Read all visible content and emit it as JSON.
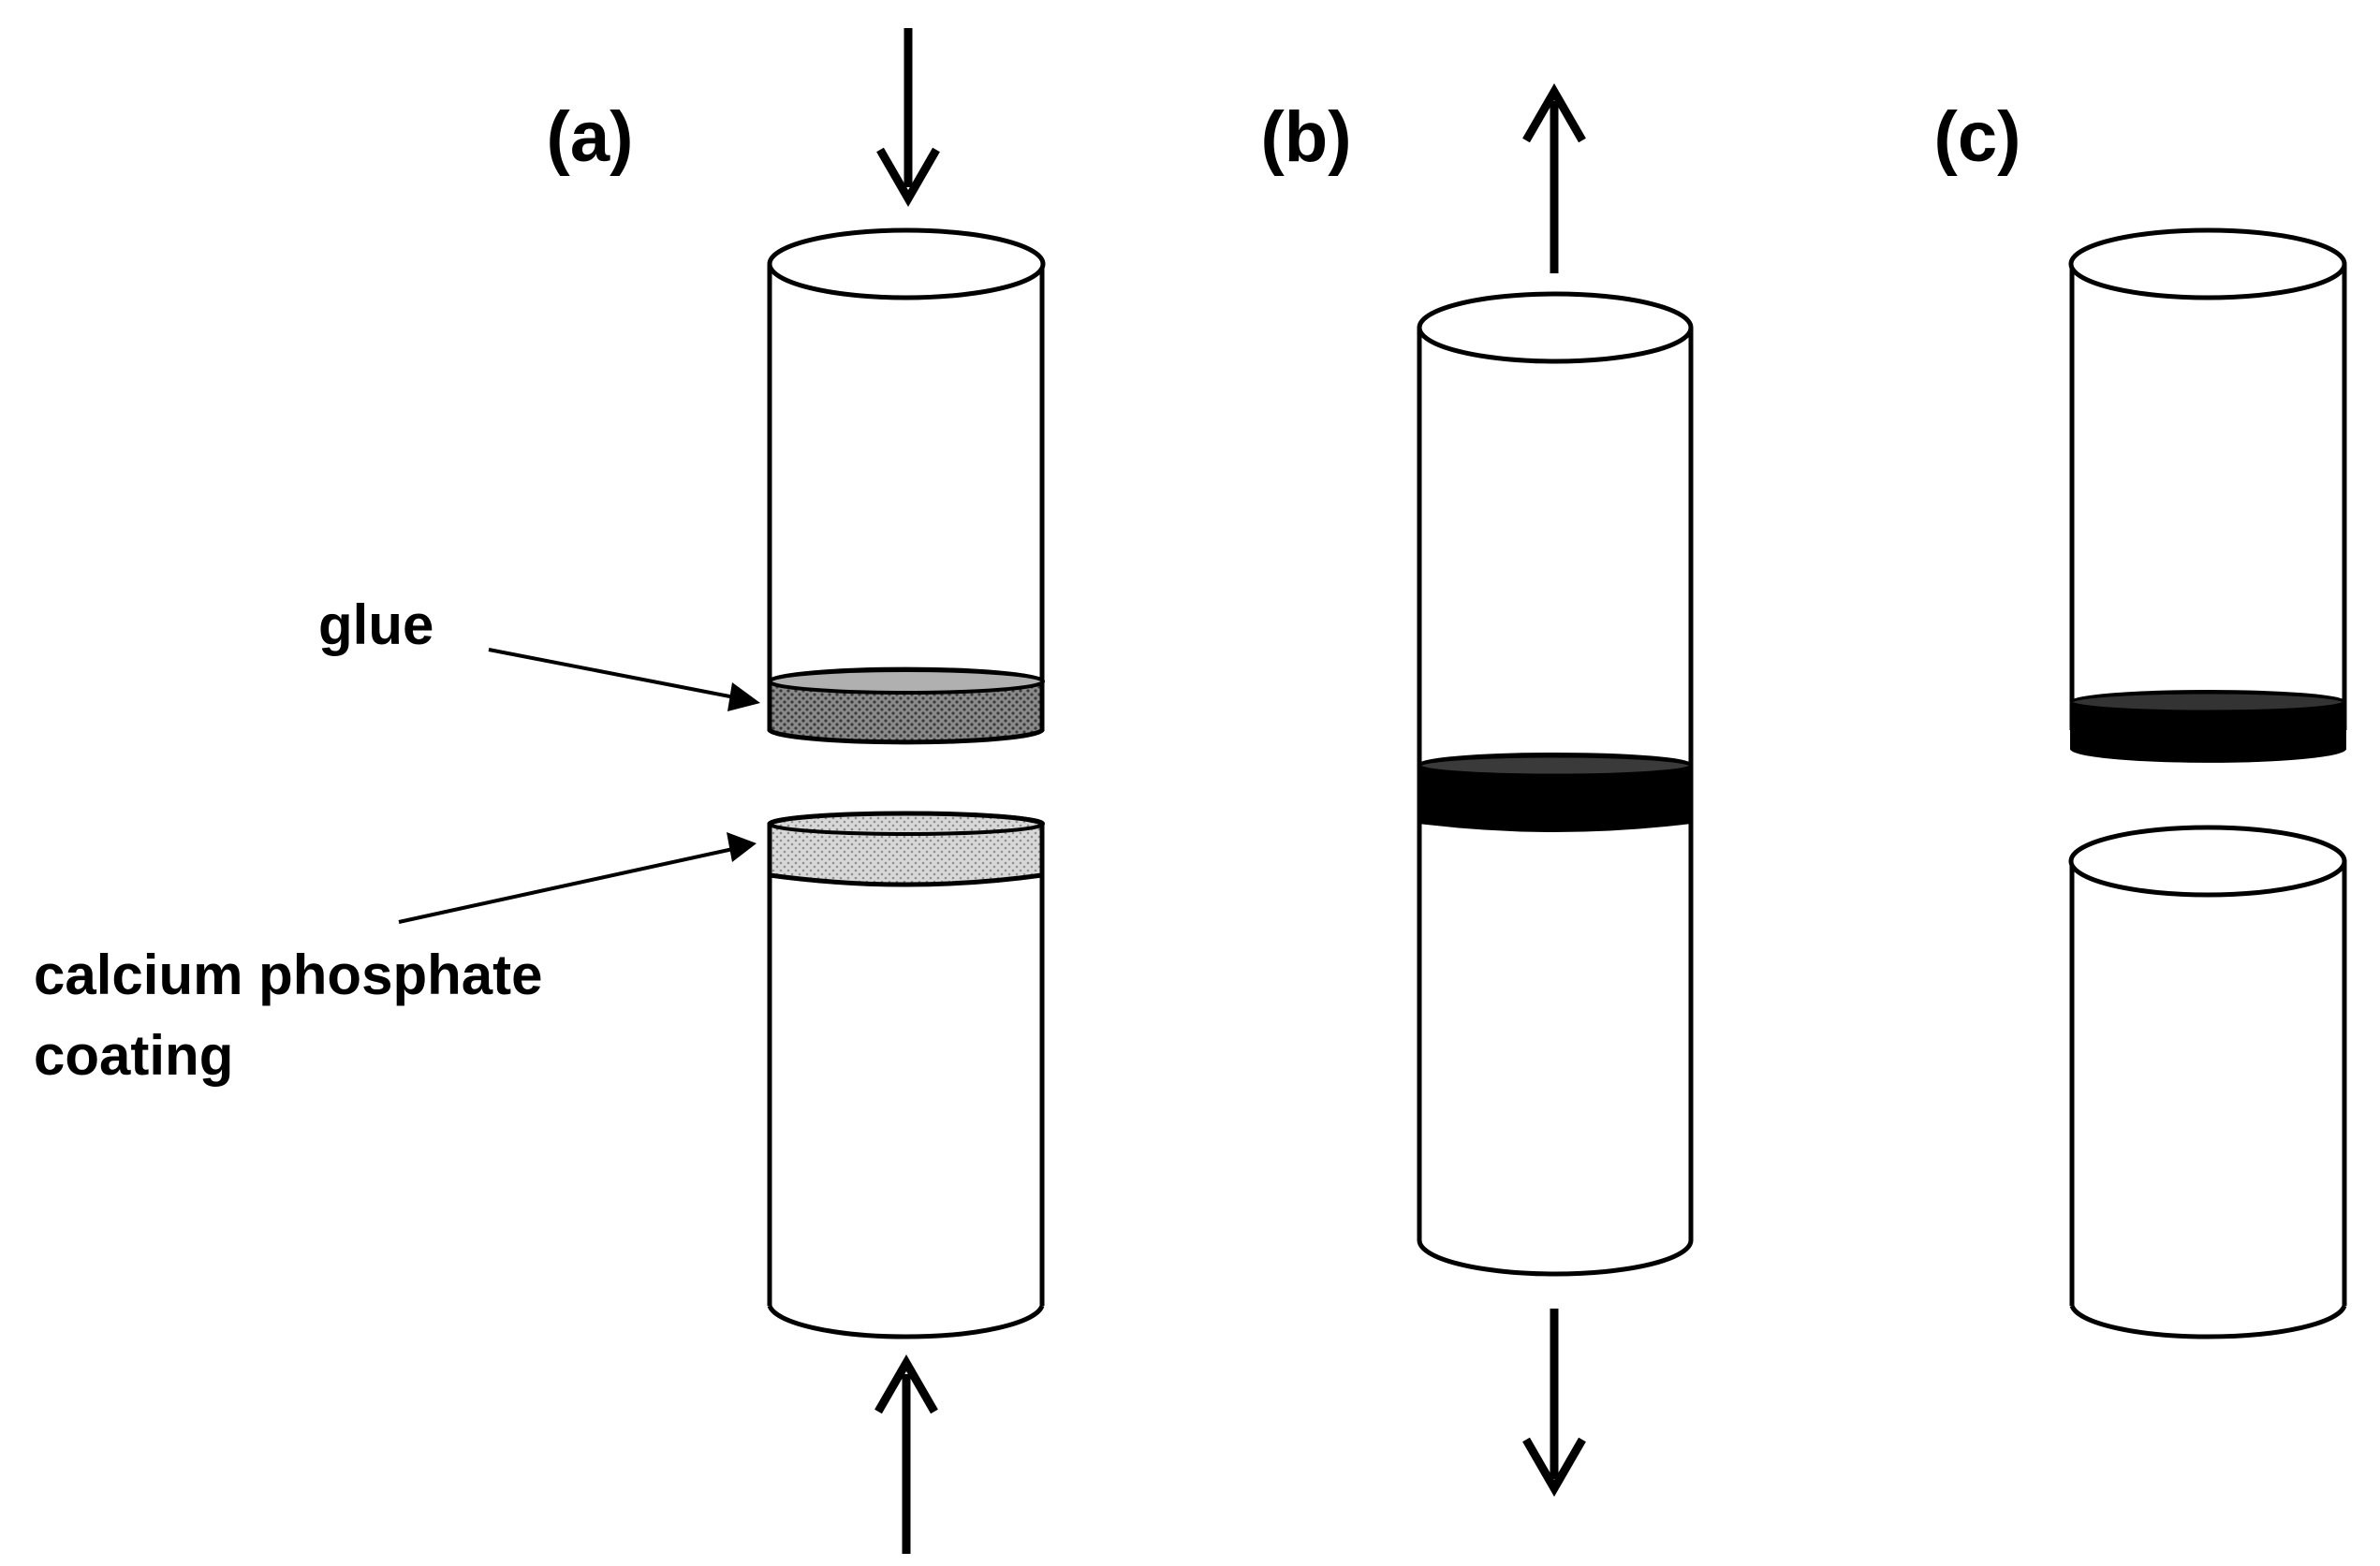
{
  "panels": [
    {
      "label": "(a)"
    },
    {
      "label": "(b)"
    },
    {
      "label": "(c)"
    }
  ],
  "annotations": {
    "glue": "glue",
    "coating_line1": "calcium phosphate",
    "coating_line2": "coating"
  },
  "colors": {
    "outline": "#000000",
    "glue_fill": "#7a7a7a",
    "coating_fill": "#cfcfcf",
    "bonded_glue": "#000000",
    "background": "#ffffff"
  },
  "force_directions": {
    "a": "compression",
    "b": "tension"
  }
}
